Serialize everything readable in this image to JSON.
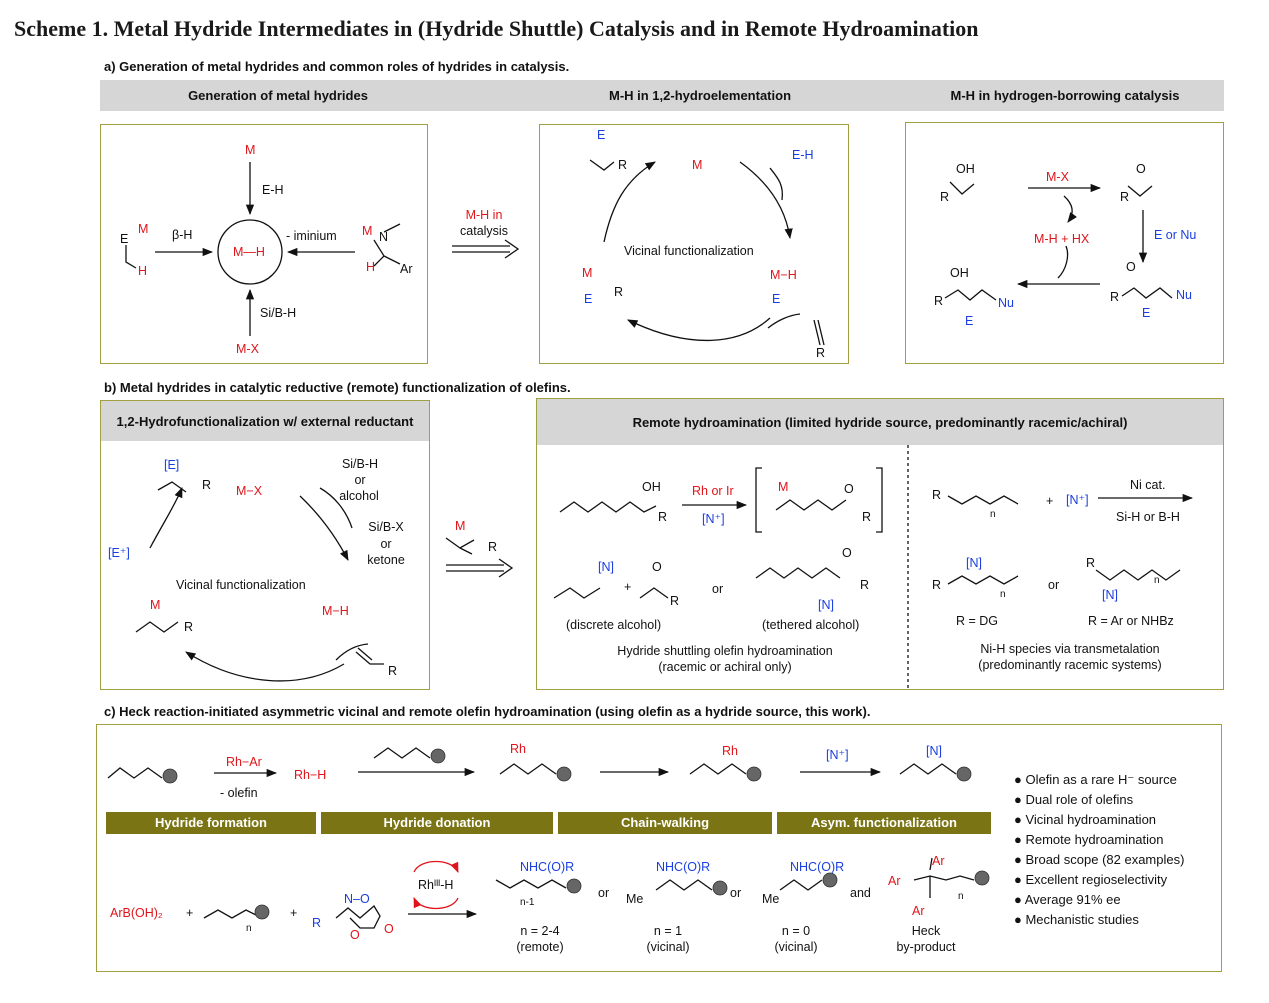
{
  "scheme_title": "Scheme 1. Metal Hydride Intermediates in (Hydride Shuttle) Catalysis and in Remote Hydroamination",
  "sec_a": "a) Generation of metal hydrides and common roles of hydrides in catalysis.",
  "hdr_a1": "Generation of metal hydrides",
  "hdr_a2": "M-H in 1,2-hydroelementation",
  "hdr_a3": "M-H in hydrogen-borrowing catalysis",
  "p1": {
    "m_top": "M",
    "eh": "E-H",
    "bh": "β-H",
    "center": "M—H",
    "iminium": "- iminium",
    "sib": "Si/B-H",
    "mx": "M-X",
    "e": "E",
    "m": "M",
    "h": "H",
    "n": "N",
    "ar": "Ar",
    "m2": "M",
    "h2": "H"
  },
  "mid_a": {
    "label1": "M-H in",
    "label2": "catalysis"
  },
  "p2": {
    "m": "M",
    "eh": "E-H",
    "vic": "Vicinal functionalization",
    "mh": "M−H",
    "e1": "E",
    "e2": "E",
    "e3": "E",
    "r1": "R",
    "r2": "R",
    "r3": "R",
    "m2": "M"
  },
  "p3": {
    "oh": "OH",
    "r1": "R",
    "mx": "M-X",
    "o": "O",
    "r2": "R",
    "mhhx": "M-H + HX",
    "eornu": "E or Nu",
    "oh2": "OH",
    "r3": "R",
    "e": "E",
    "nu": "Nu",
    "o2": "O",
    "r4": "R",
    "e2": "E",
    "nu2": "Nu"
  },
  "sec_b": "b) Metal hydrides in catalytic reductive (remote) functionalization of olefins.",
  "hdr_b1": "1,2-Hydrofunctionalization w/ external reductant",
  "hdr_b2": "Remote hydroamination (limited hydride source, predominantly racemic/achiral)",
  "p4": {
    "e": "[E]",
    "r1": "R",
    "mx": "M−X",
    "sibh": "Si/B-H",
    "or1": "or",
    "alcohol": "alcohol",
    "sibx": "Si/B-X",
    "or2": "or",
    "ketone": "ketone",
    "eplus": "[E⁺]",
    "vic": "Vicinal functionalization",
    "m": "M",
    "r2": "R",
    "mh": "M−H",
    "r3": "R"
  },
  "mid_b": {
    "m": "M",
    "r": "R"
  },
  "p5": {
    "oh": "OH",
    "r1": "R",
    "rhir": "Rh or Ir",
    "nplus": "[N⁺]",
    "m": "M",
    "o": "O",
    "r2": "R",
    "n1": "[N]",
    "plus": "+",
    "o2": "O",
    "r3": "R",
    "or": "or",
    "o3": "O",
    "r4": "R",
    "n2": "[N]",
    "disc": "(discrete alcohol)",
    "teth": "(tethered alcohol)",
    "cap1": "Hydride shuttling olefin hydroamination",
    "cap2": "(racemic or achiral only)"
  },
  "p6": {
    "r1": "R",
    "n": "n",
    "plus": "+",
    "nplus": "[N⁺]",
    "nicat": "Ni cat.",
    "sih": "Si-H or B-H",
    "n1": "[N]",
    "r2": "R",
    "n2": "n",
    "or": "or",
    "r3": "R",
    "n3": "n",
    "n4": "[N]",
    "rdg": "R = DG",
    "rar": "R = Ar or NHBz",
    "cap1": "Ni-H species via transmetalation",
    "cap2": "(predominantly racemic systems)"
  },
  "sec_c": "c) Heck reaction-initiated asymmetric vicinal and remote olefin hydroamination (using olefin as a hydride source, this work).",
  "p7": {
    "rhar": "Rh−Ar",
    "olefin": "- olefin",
    "rhh": "Rh−H",
    "rh1": "Rh",
    "rh2": "Rh",
    "nplus": "[N⁺]",
    "n": "[N]",
    "bars": [
      "Hydride formation",
      "Hydride donation",
      "Chain-walking",
      "Asym. functionalization"
    ],
    "arb": "ArB(OH)₂",
    "plus1": "+",
    "n_sub": "n",
    "plus2": "+",
    "no": "N–O",
    "r": "R",
    "o1": "O",
    "o2": "O",
    "rhcat": "Rhᴵᴵᴵ-H",
    "nh1": "NHC(O)R",
    "n1": "n-1",
    "or1": "or",
    "nh2": "NHC(O)R",
    "me1": "Me",
    "or2": "or",
    "nh3": "NHC(O)R",
    "me2": "Me",
    "and": "and",
    "ar1": "Ar",
    "ar2": "Ar",
    "ar3": "Ar",
    "n2": "n",
    "c1a": "n = 2-4",
    "c1b": "(remote)",
    "c2a": "n = 1",
    "c2b": "(vicinal)",
    "c3a": "n = 0",
    "c3b": "(vicinal)",
    "c4a": "Heck",
    "c4b": "by-product"
  },
  "bullets": [
    "Olefin as a rare H⁻ source",
    "Dual role of olefins",
    "Vicinal hydroamination",
    "Remote hydroamination",
    "Broad scope (82 examples)",
    "Excellent regioselectivity",
    "Average 91% ee",
    "Mechanistic studies"
  ],
  "colors": {
    "red": "#e0141a",
    "blue": "#1a3fe0",
    "olive": "#7a7414",
    "border": "#a0a040",
    "header": "#d6d6d6"
  }
}
